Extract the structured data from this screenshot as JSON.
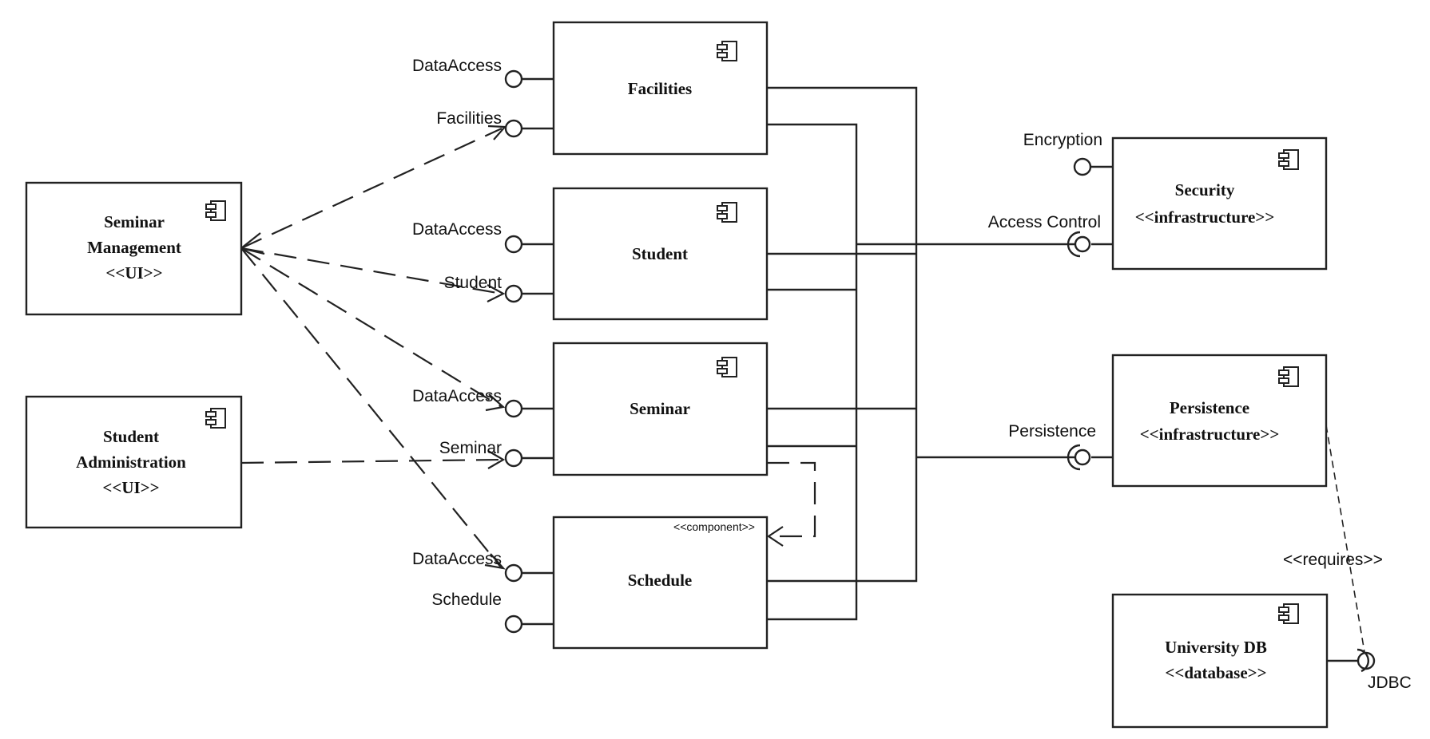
{
  "components": {
    "facilities": {
      "title": "Facilities",
      "icon": "component-icon"
    },
    "student": {
      "title": "Student",
      "icon": "component-icon"
    },
    "seminar": {
      "title": "Seminar",
      "icon": "component-icon"
    },
    "schedule": {
      "title": "Schedule",
      "stereotype": "<<component>>",
      "icon": "component-icon"
    },
    "seminar_management": {
      "title_line1": "Seminar",
      "title_line2": "Management",
      "stereotype": "<<UI>>",
      "icon": "component-icon"
    },
    "student_administration": {
      "title_line1": "Student",
      "title_line2": "Administration",
      "stereotype": "<<UI>>",
      "icon": "component-icon"
    },
    "security": {
      "title": "Security",
      "stereotype": "<<infrastructure>>",
      "icon": "component-icon"
    },
    "persistence": {
      "title": "Persistence",
      "stereotype": "<<infrastructure>>",
      "icon": "component-icon"
    },
    "university_db": {
      "title": "University DB",
      "stereotype": "<<database>>",
      "icon": "component-icon"
    }
  },
  "interfaces": {
    "facilities_dataaccess": "DataAccess",
    "facilities_facilities": "Facilities",
    "student_dataaccess": "DataAccess",
    "student_student": "Student",
    "seminar_dataaccess": "DataAccess",
    "seminar_seminar": "Seminar",
    "schedule_dataaccess": "DataAccess",
    "schedule_schedule": "Schedule",
    "encryption": "Encryption",
    "access_control": "Access Control",
    "persistence": "Persistence",
    "jdbc": "JDBC"
  },
  "dependencies": {
    "requires_label": "<<requires>>"
  }
}
